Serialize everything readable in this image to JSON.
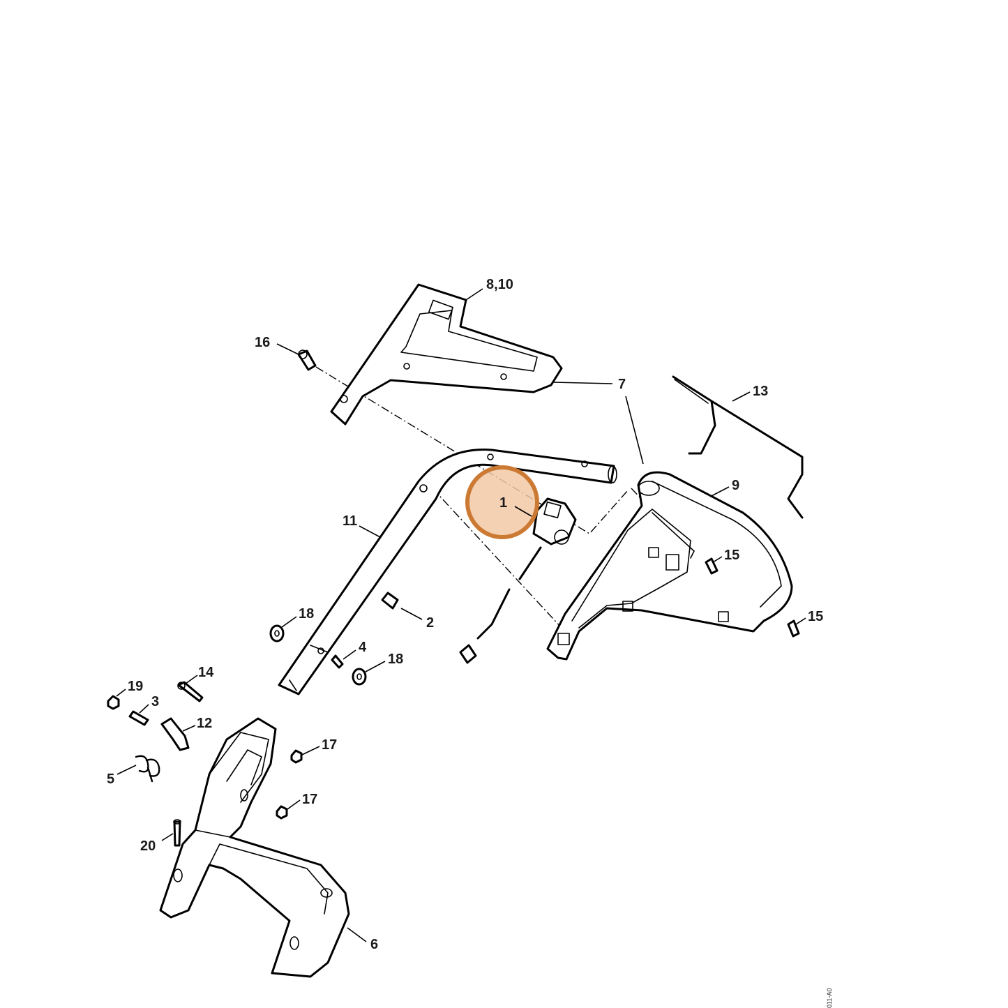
{
  "diagram": {
    "callouts": {
      "c1": "1",
      "c2": "2",
      "c3": "3",
      "c4": "4",
      "c5": "5",
      "c6": "6",
      "c7": "7",
      "c8_10": "8,10",
      "c9": "9",
      "c11": "11",
      "c12": "12",
      "c13": "13",
      "c14": "14",
      "c15a": "15",
      "c15b": "15",
      "c16": "16",
      "c17a": "17",
      "c17b": "17",
      "c18a": "18",
      "c18b": "18",
      "c19": "19",
      "c20": "20"
    },
    "highlight": {
      "callout": "1",
      "fill": "#f2c9a6",
      "stroke": "#cc7a33"
    },
    "drawing_code": "011-A0"
  }
}
